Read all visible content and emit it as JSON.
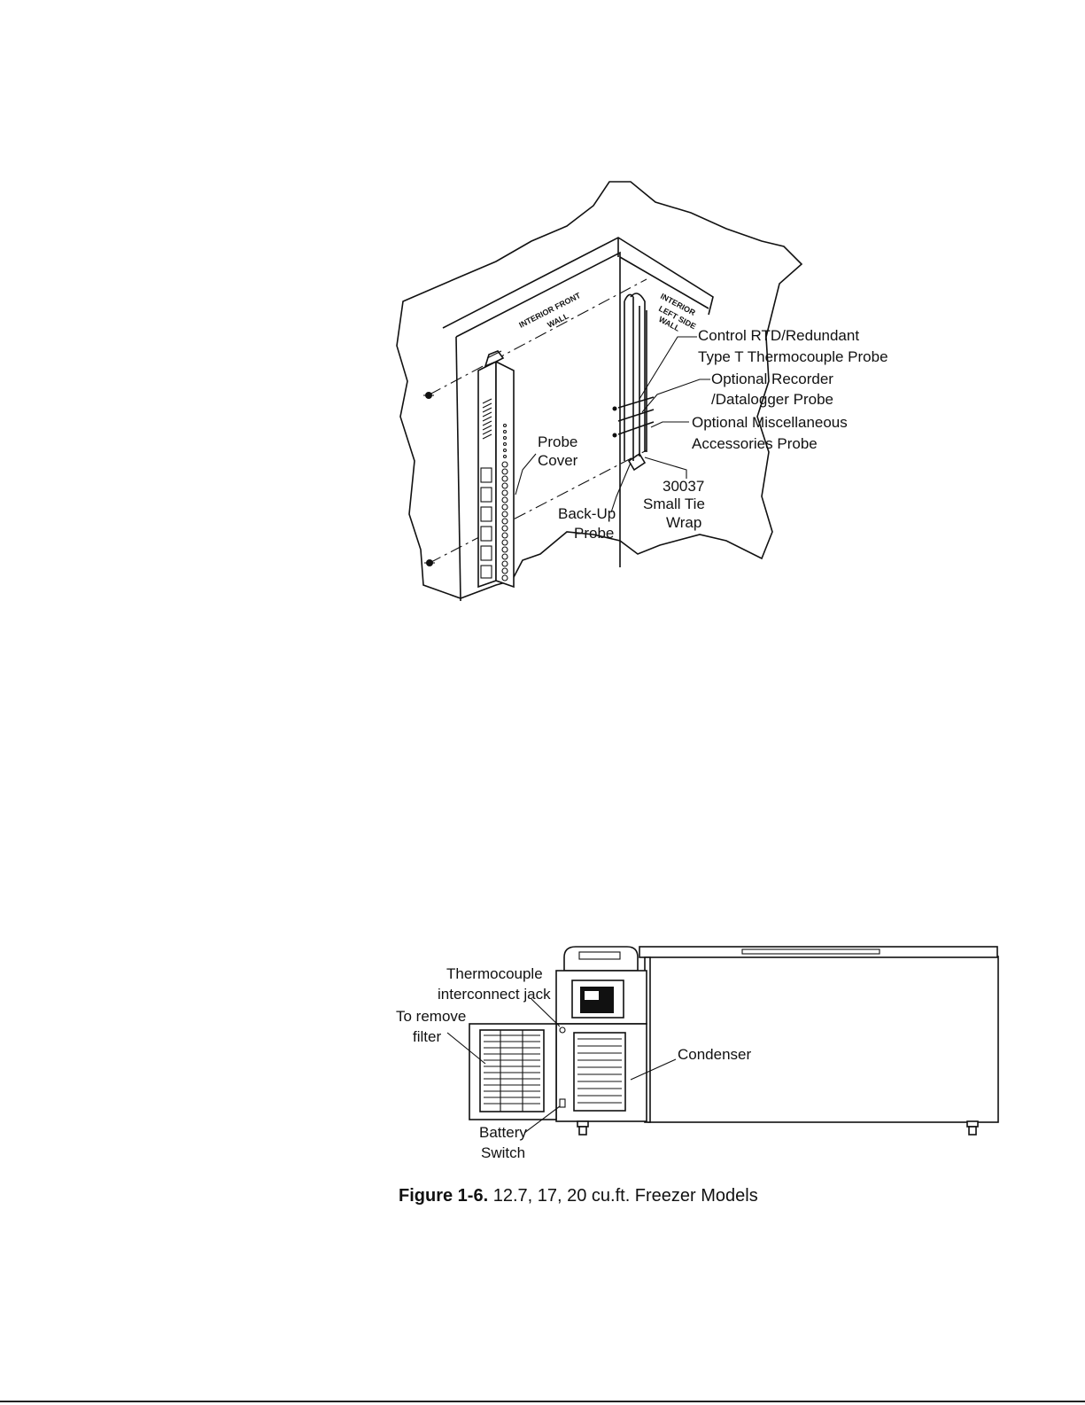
{
  "probe_figure": {
    "wall_front": [
      "INTERIOR FRONT",
      "WALL"
    ],
    "wall_left": [
      "INTERIOR",
      "LEFT SIDE",
      "WALL"
    ],
    "callouts": {
      "control_rtd": [
        "Control RTD/Redundant",
        "Type T Thermocouple Probe"
      ],
      "recorder": [
        "Optional Recorder",
        "/Datalogger Probe"
      ],
      "misc": [
        "Optional Miscellaneous",
        "Accessories Probe"
      ],
      "probe_cover": [
        "Probe",
        "Cover"
      ],
      "tie_wrap": [
        "30037",
        "Small Tie",
        "Wrap"
      ],
      "backup": [
        "Back-Up",
        "Probe"
      ]
    }
  },
  "freezer_figure": {
    "callouts": {
      "thermocouple_jack": [
        "Thermocouple",
        "interconnect jack"
      ],
      "remove_filter": [
        "To remove",
        "filter"
      ],
      "condenser": "Condenser",
      "battery_switch": [
        "Battery",
        "Switch"
      ]
    }
  },
  "caption": {
    "number": "Figure 1-6.",
    "text": " 12.7, 17, 20 cu.ft. Freezer Models"
  }
}
